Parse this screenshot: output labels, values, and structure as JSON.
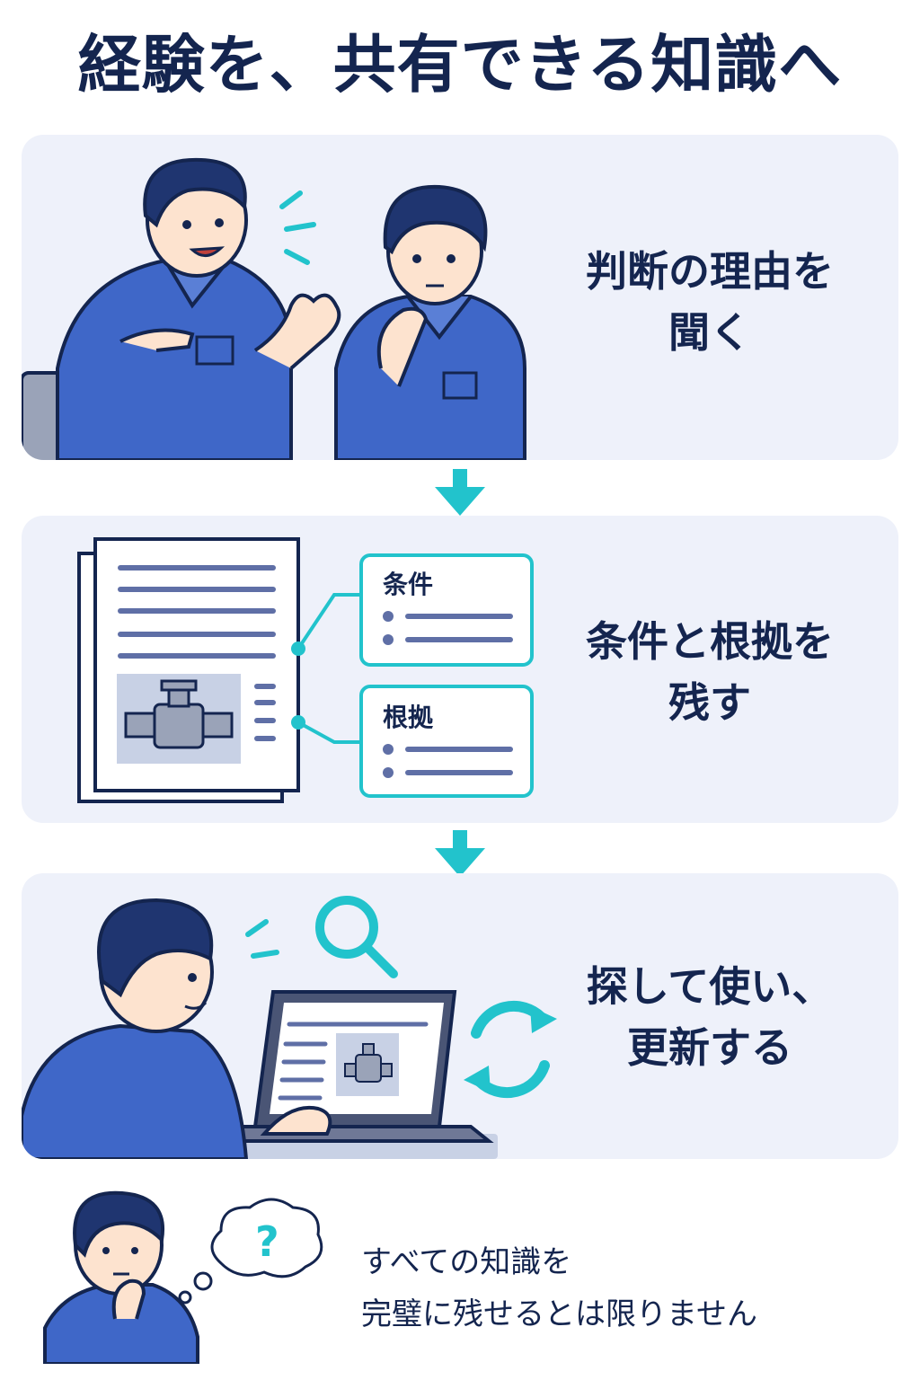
{
  "title": "経験を、共有できる知識へ",
  "steps": [
    {
      "line1": "判断の理由を",
      "line2": "聞く"
    },
    {
      "line1": "条件と根拠を",
      "line2": "残す"
    },
    {
      "line1": "探して使い、",
      "line2": "更新する"
    }
  ],
  "cards": {
    "conditions": "条件",
    "evidence": "根拠"
  },
  "note": {
    "line1": "すべての知識を",
    "line2": "完璧に残せるとは限りません"
  },
  "colors": {
    "navy": "#14254f",
    "accent": "#22c3cc",
    "panel_bg": "#eef1fa",
    "uniform": "#3f67c8"
  },
  "icons": [
    "down-arrow-icon",
    "magnifier-icon",
    "refresh-icon",
    "question-icon",
    "valve-icon"
  ]
}
